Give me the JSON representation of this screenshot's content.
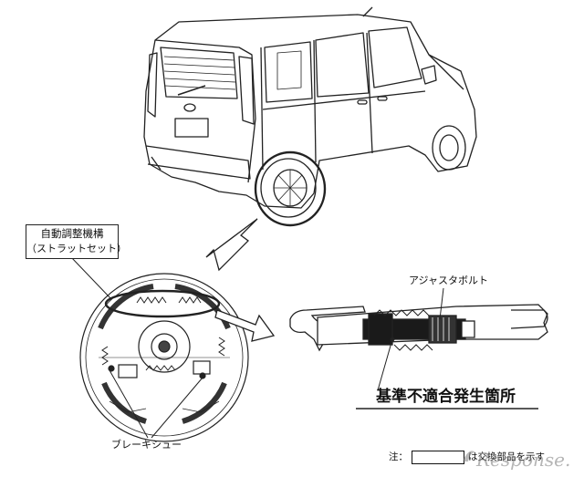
{
  "labels": {
    "mechanism_line1": "自動調整機構",
    "mechanism_line2": "（ストラットセット）",
    "adjuster_bolt": "アジャスタボルト",
    "defect_location": "基準不適合発生箇所",
    "brake_shoe": "ブレーキシュー",
    "note_prefix": "注：",
    "note_suffix": "は交換部品を示す"
  },
  "watermark": {
    "text": "Response."
  }
}
